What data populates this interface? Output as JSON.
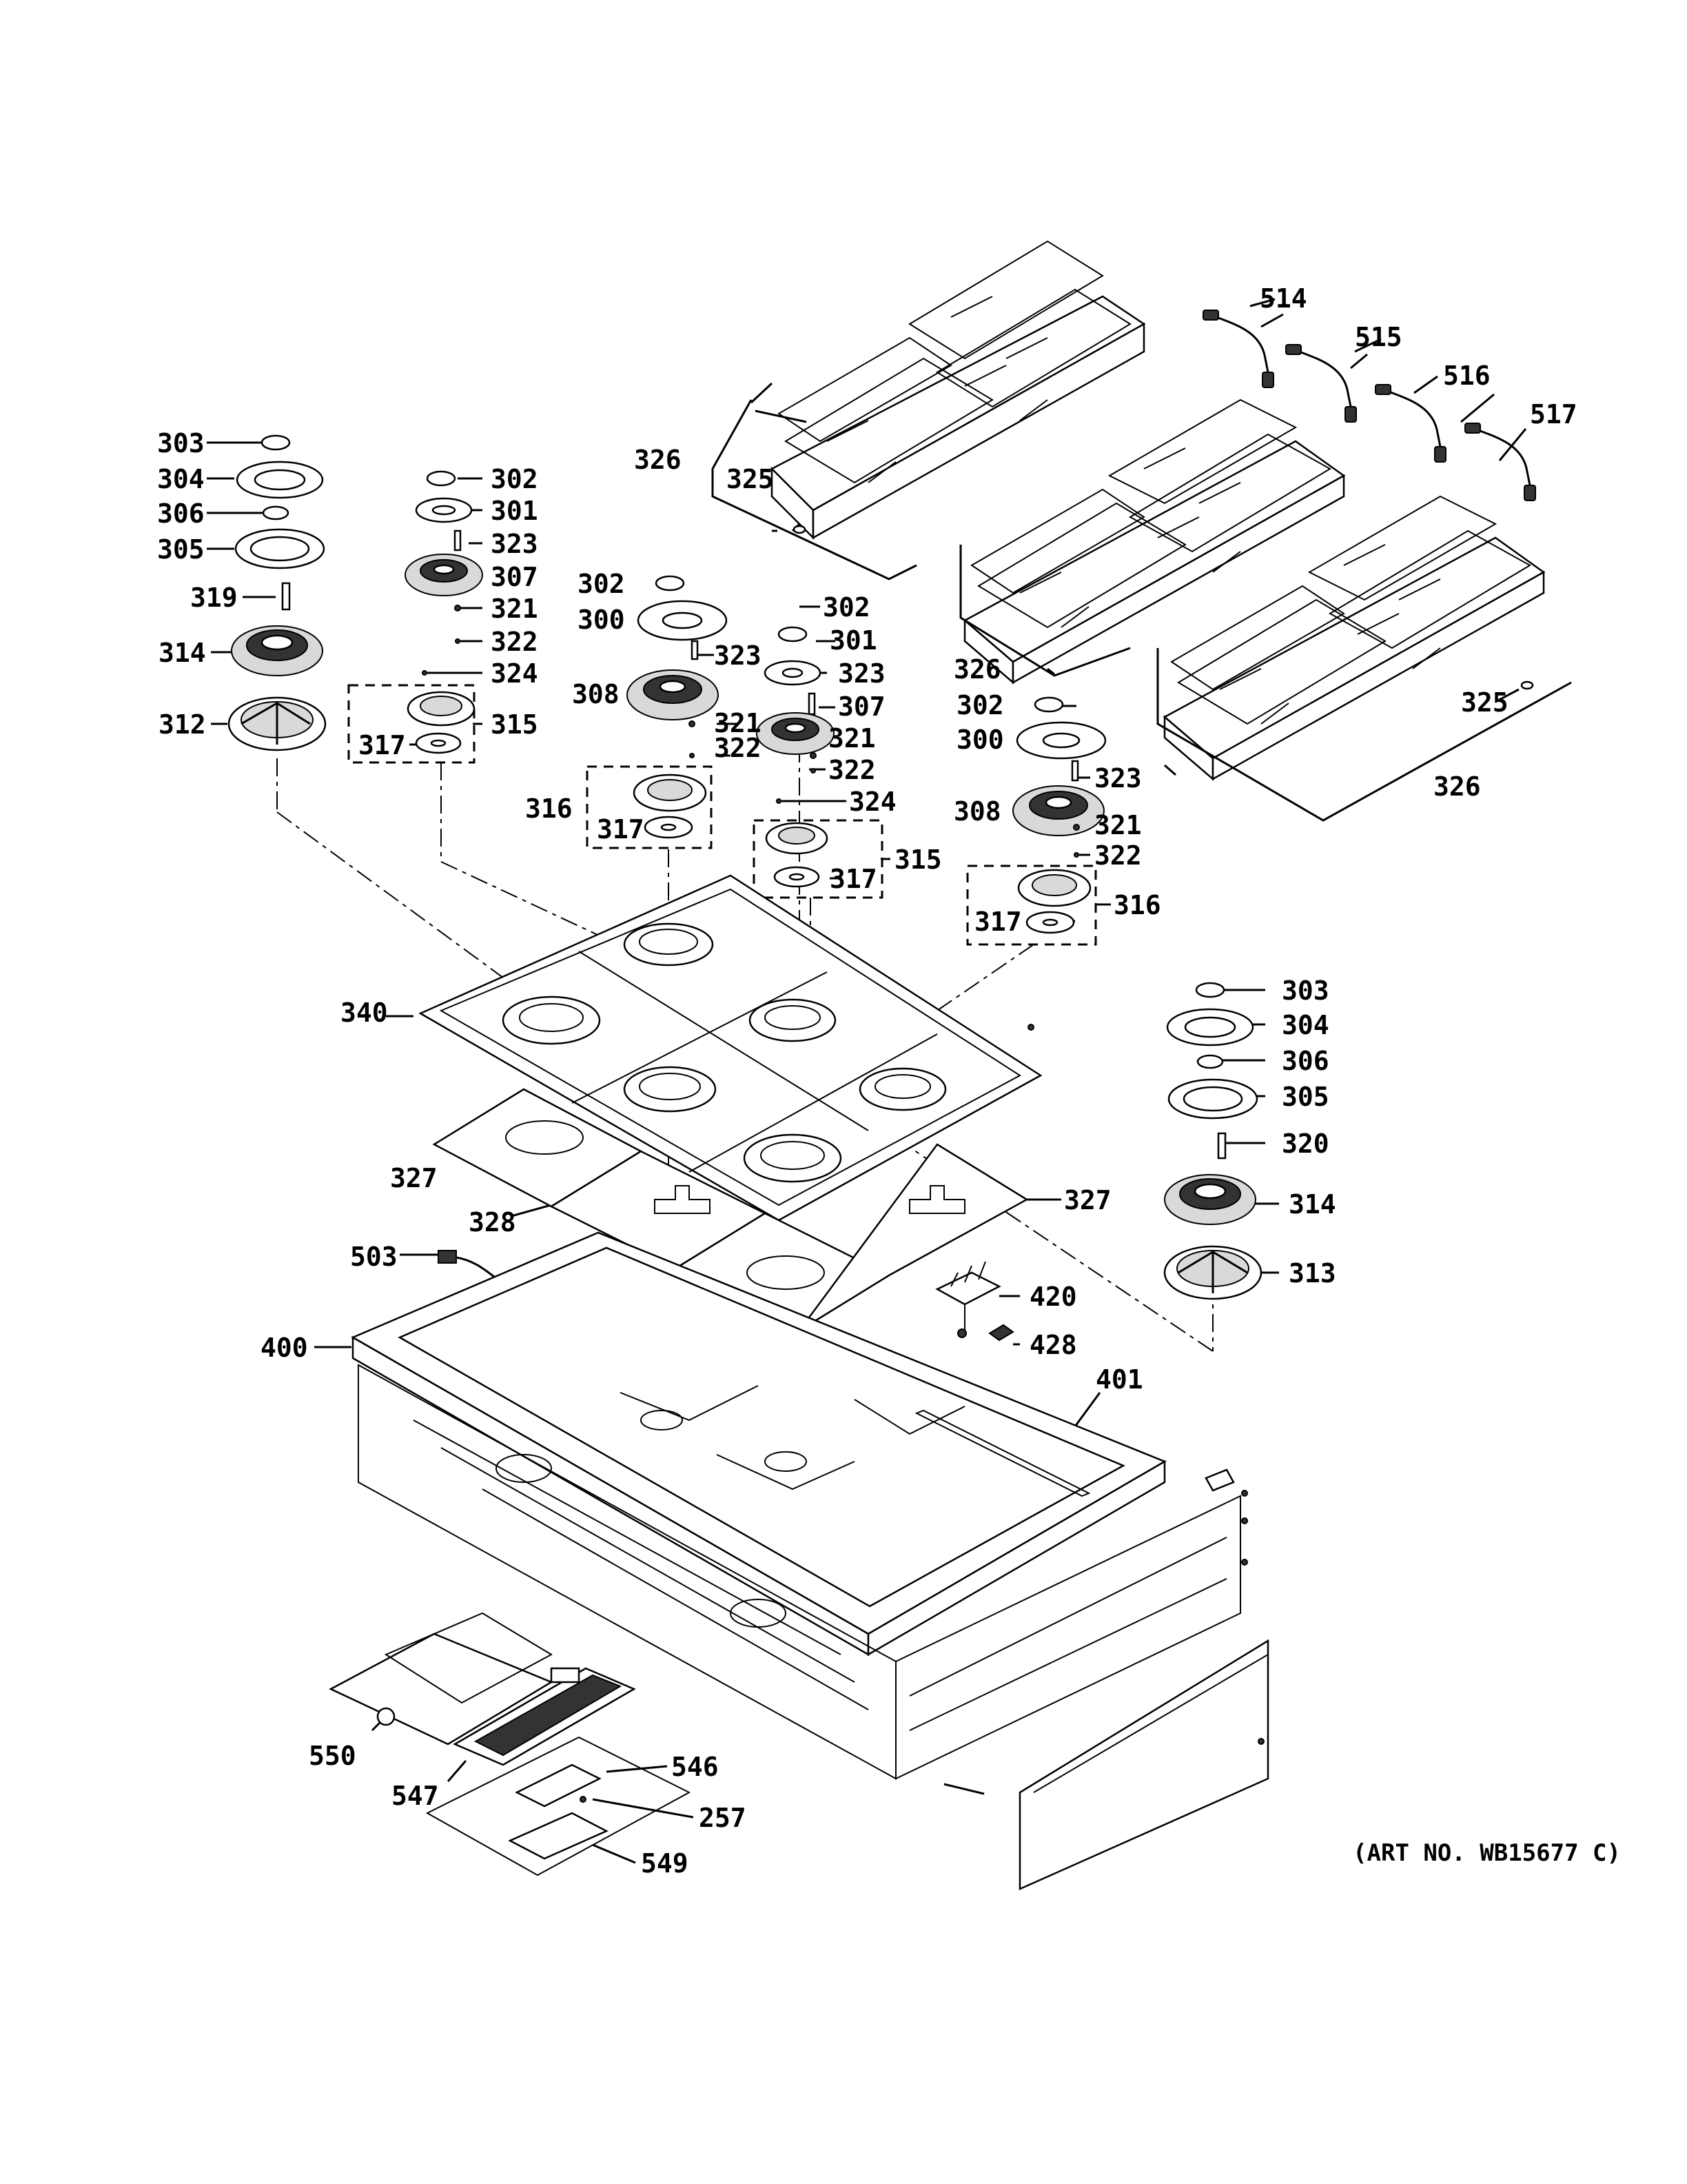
{
  "diagram": {
    "art_number": "(ART NO. WB15677 C)",
    "callouts": [
      {
        "id": "c-303a",
        "text": "303"
      },
      {
        "id": "c-304a",
        "text": "304"
      },
      {
        "id": "c-306a",
        "text": "306"
      },
      {
        "id": "c-305a",
        "text": "305"
      },
      {
        "id": "c-319",
        "text": "319"
      },
      {
        "id": "c-314a",
        "text": "314"
      },
      {
        "id": "c-312",
        "text": "312"
      },
      {
        "id": "c-302a",
        "text": "302"
      },
      {
        "id": "c-301a",
        "text": "301"
      },
      {
        "id": "c-323a",
        "text": "323"
      },
      {
        "id": "c-307a",
        "text": "307"
      },
      {
        "id": "c-321a",
        "text": "321"
      },
      {
        "id": "c-322a",
        "text": "322"
      },
      {
        "id": "c-324a",
        "text": "324"
      },
      {
        "id": "c-315a",
        "text": "315"
      },
      {
        "id": "c-317a",
        "text": "317"
      },
      {
        "id": "c-302b",
        "text": "302"
      },
      {
        "id": "c-300a",
        "text": "300"
      },
      {
        "id": "c-323b",
        "text": "323"
      },
      {
        "id": "c-308a",
        "text": "308"
      },
      {
        "id": "c-321b",
        "text": "321"
      },
      {
        "id": "c-322b",
        "text": "322"
      },
      {
        "id": "c-316a",
        "text": "316"
      },
      {
        "id": "c-317b",
        "text": "317"
      },
      {
        "id": "c-302c",
        "text": "302"
      },
      {
        "id": "c-301b",
        "text": "301"
      },
      {
        "id": "c-323c",
        "text": "323"
      },
      {
        "id": "c-307b",
        "text": "307"
      },
      {
        "id": "c-321c",
        "text": "321"
      },
      {
        "id": "c-322c",
        "text": "322"
      },
      {
        "id": "c-324b",
        "text": "324"
      },
      {
        "id": "c-315b",
        "text": "315"
      },
      {
        "id": "c-317c",
        "text": "317"
      },
      {
        "id": "c-326a",
        "text": "326"
      },
      {
        "id": "c-325a",
        "text": "325"
      },
      {
        "id": "c-514",
        "text": "514"
      },
      {
        "id": "c-515",
        "text": "515"
      },
      {
        "id": "c-516",
        "text": "516"
      },
      {
        "id": "c-517",
        "text": "517"
      },
      {
        "id": "c-326b",
        "text": "326"
      },
      {
        "id": "c-302d",
        "text": "302"
      },
      {
        "id": "c-300b",
        "text": "300"
      },
      {
        "id": "c-323d",
        "text": "323"
      },
      {
        "id": "c-308b",
        "text": "308"
      },
      {
        "id": "c-321d",
        "text": "321"
      },
      {
        "id": "c-322d",
        "text": "322"
      },
      {
        "id": "c-316b",
        "text": "316"
      },
      {
        "id": "c-317d",
        "text": "317"
      },
      {
        "id": "c-325b",
        "text": "325"
      },
      {
        "id": "c-326c",
        "text": "326"
      },
      {
        "id": "c-340",
        "text": "340"
      },
      {
        "id": "c-303b",
        "text": "303"
      },
      {
        "id": "c-304b",
        "text": "304"
      },
      {
        "id": "c-306b",
        "text": "306"
      },
      {
        "id": "c-305b",
        "text": "305"
      },
      {
        "id": "c-320",
        "text": "320"
      },
      {
        "id": "c-314b",
        "text": "314"
      },
      {
        "id": "c-313",
        "text": "313"
      },
      {
        "id": "c-327a",
        "text": "327"
      },
      {
        "id": "c-327b",
        "text": "327"
      },
      {
        "id": "c-328",
        "text": "328"
      },
      {
        "id": "c-503",
        "text": "503"
      },
      {
        "id": "c-420",
        "text": "420"
      },
      {
        "id": "c-428",
        "text": "428"
      },
      {
        "id": "c-400",
        "text": "400"
      },
      {
        "id": "c-401",
        "text": "401"
      },
      {
        "id": "c-550",
        "text": "550"
      },
      {
        "id": "c-547",
        "text": "547"
      },
      {
        "id": "c-546",
        "text": "546"
      },
      {
        "id": "c-257",
        "text": "257"
      },
      {
        "id": "c-549",
        "text": "549"
      }
    ]
  }
}
